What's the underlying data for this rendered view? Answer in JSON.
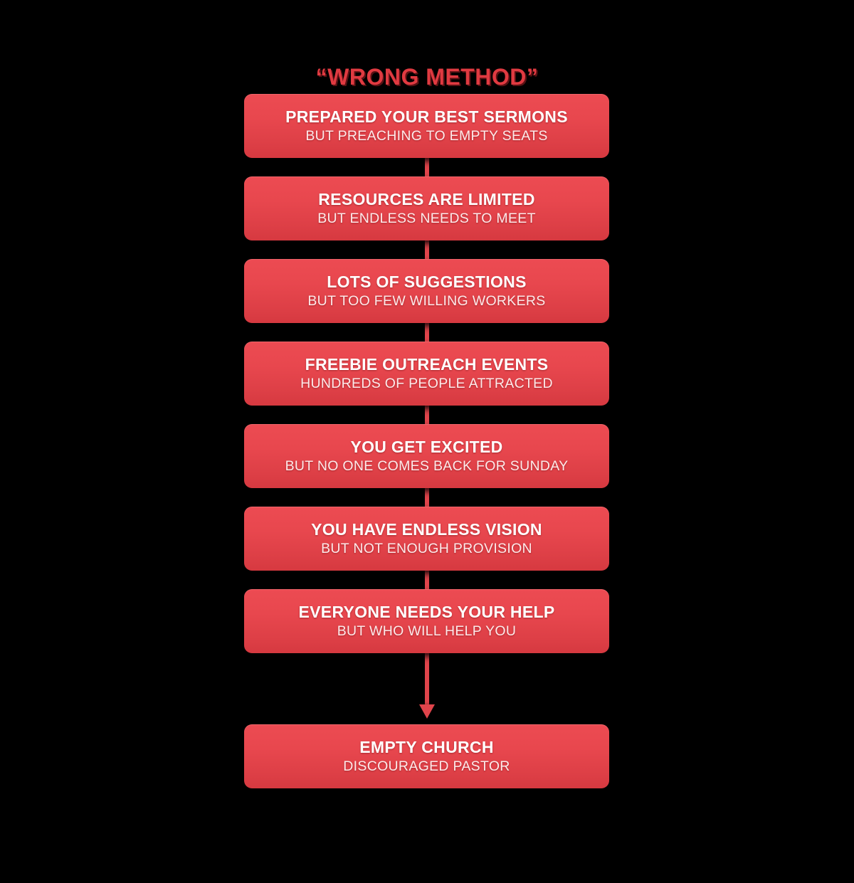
{
  "diagram": {
    "title": "“WRONG METHOD”",
    "background_color": "#000000",
    "accent_color": "#e0444b",
    "card_gradient_top": "#ec4b52",
    "card_gradient_bottom": "#d63940",
    "title_text_color": "#e03a41",
    "card_title_color": "#ffffff",
    "card_subtitle_color": "#fdeaea",
    "connector_icon": "vertical-line-connector",
    "arrow_icon": "arrow-down-icon",
    "nodes": [
      {
        "title": "PREPARED YOUR BEST SERMONS",
        "subtitle": "BUT PREACHING TO EMPTY SEATS"
      },
      {
        "title": "RESOURCES ARE LIMITED",
        "subtitle": "BUT ENDLESS NEEDS TO MEET"
      },
      {
        "title": "LOTS OF SUGGESTIONS",
        "subtitle": "BUT TOO FEW WILLING WORKERS"
      },
      {
        "title": "FREEBIE OUTREACH EVENTS",
        "subtitle": "HUNDREDS OF PEOPLE ATTRACTED"
      },
      {
        "title": "YOU GET EXCITED",
        "subtitle": "BUT NO ONE COMES BACK FOR SUNDAY"
      },
      {
        "title": "YOU HAVE ENDLESS VISION",
        "subtitle": "BUT NOT ENOUGH PROVISION"
      },
      {
        "title": "EVERYONE NEEDS YOUR HELP",
        "subtitle": "BUT WHO WILL HELP YOU"
      },
      {
        "title": "EMPTY CHURCH",
        "subtitle": "DISCOURAGED PASTOR"
      }
    ]
  }
}
